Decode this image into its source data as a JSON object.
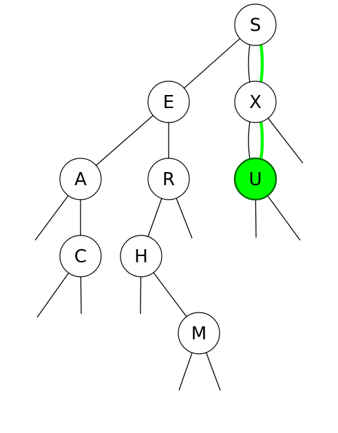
{
  "diagram": {
    "nodes": [
      {
        "id": "S",
        "label": "S"
      },
      {
        "id": "E",
        "label": "E"
      },
      {
        "id": "X",
        "label": "X"
      },
      {
        "id": "A",
        "label": "A"
      },
      {
        "id": "R",
        "label": "R"
      },
      {
        "id": "U",
        "label": "U",
        "highlighted": true
      },
      {
        "id": "C",
        "label": "C"
      },
      {
        "id": "H",
        "label": "H"
      },
      {
        "id": "M",
        "label": "M"
      }
    ],
    "edges": [
      {
        "from": "S",
        "to": "E"
      },
      {
        "from": "S",
        "to": "X",
        "highlighted": true
      },
      {
        "from": "E",
        "to": "A"
      },
      {
        "from": "E",
        "to": "R"
      },
      {
        "from": "X",
        "to": "U",
        "highlighted": true
      },
      {
        "from": "A",
        "to": "C"
      },
      {
        "from": "R",
        "to": "H"
      },
      {
        "from": "H",
        "to": "M"
      }
    ],
    "colors": {
      "highlight_fill": "#00ff00",
      "highlight_stroke": "#006600",
      "highlight_path": "#00ff00",
      "edge": "#000000",
      "node_fill": "#ffffff"
    }
  }
}
